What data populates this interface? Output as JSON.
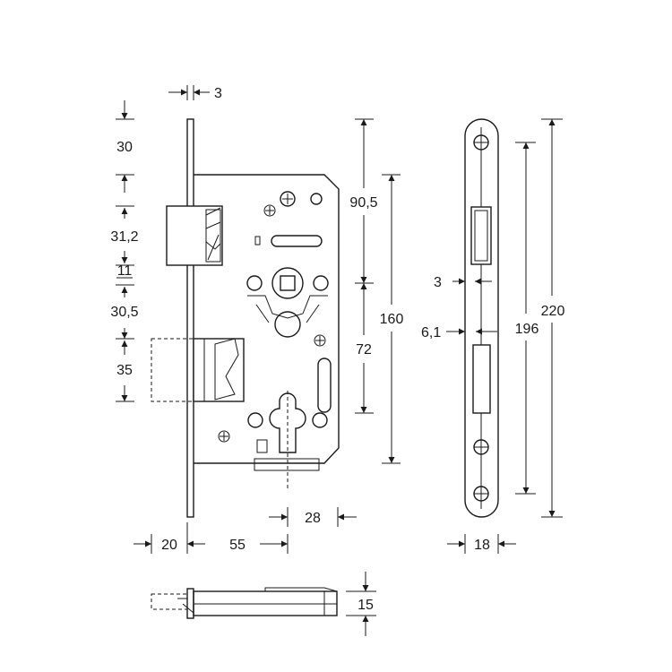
{
  "drawing": {
    "dimensions": {
      "faceplate_thickness": "3",
      "top_offset": "30",
      "latch_height": "31,2",
      "gap": "11",
      "gap_to_bolt": "30,5",
      "bolt_height": "35",
      "backset_top": "90,5",
      "distance_72": "72",
      "body_height": "160",
      "bottom_28": "28",
      "face_20": "20",
      "backset_55": "55",
      "front_3": "3",
      "front_6_1": "6,1",
      "hole_196": "196",
      "face_220": "220",
      "face_width_18": "18",
      "depth_15": "15"
    }
  }
}
